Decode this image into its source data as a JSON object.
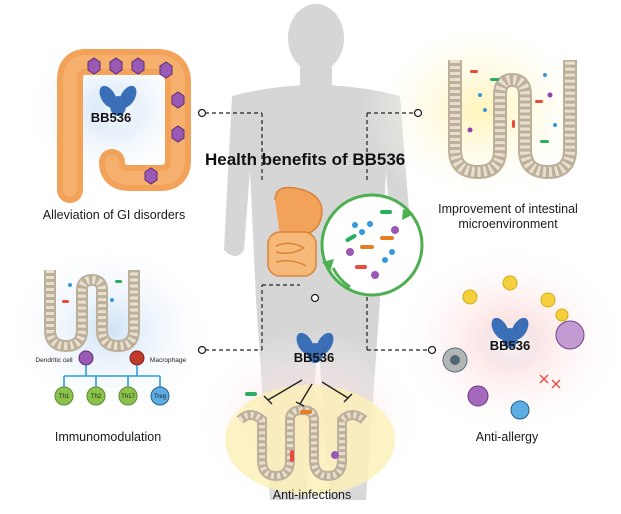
{
  "title": "Health benefits of BB536",
  "labels": {
    "gi": "Alleviation of GI disorders",
    "microenv_line1": "Improvement of intestinal",
    "microenv_line2": "microenvironment",
    "immuno": "Immunomodulation",
    "allergy": "Anti-allergy",
    "infection": "Anti-infections"
  },
  "bb536_labels": [
    "BB536",
    "BB536",
    "BB536"
  ],
  "immune": {
    "dendritic": "Dendritic cell",
    "macrophage": "Macrophage",
    "cells": [
      "Th1",
      "Th2",
      "Th17",
      "Treg"
    ]
  },
  "colors": {
    "silhouette": "#d9d9d9",
    "colon": "#f3a25a",
    "bb536_blue": "#3a6fb7",
    "villi_tan": "#c9b8a0",
    "glow_yellow": "#fff6c8",
    "glow_blue": "#dbe9f7",
    "glow_pink": "#fde3e3",
    "arrow_green": "#4caf50"
  }
}
